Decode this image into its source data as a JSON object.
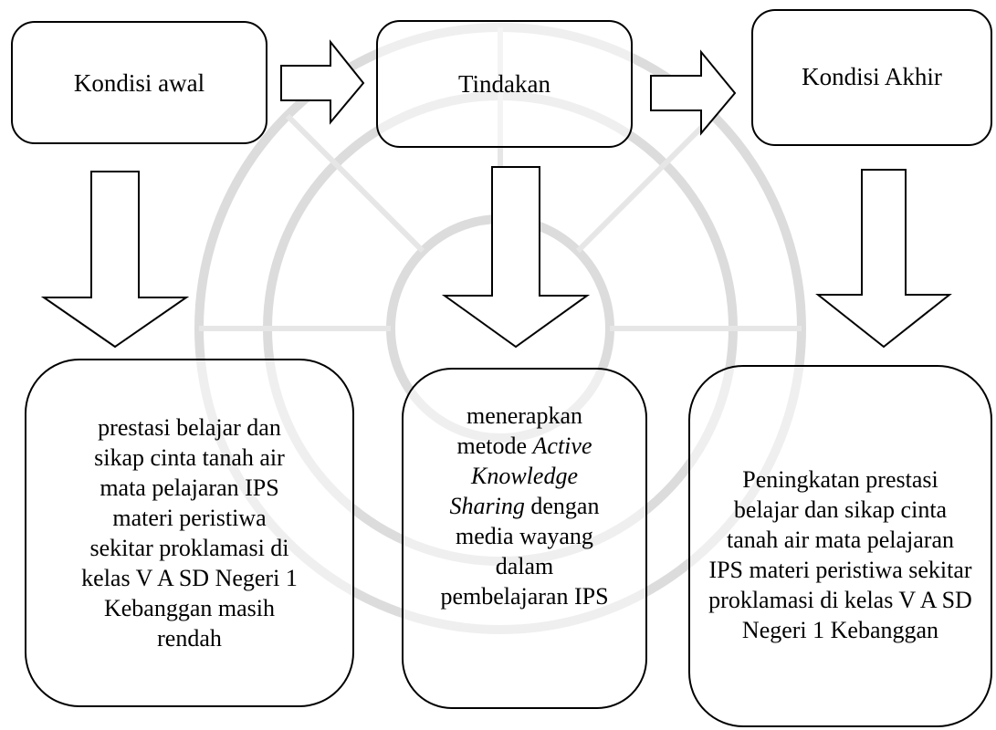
{
  "diagram": {
    "top_boxes": [
      {
        "label": "Kondisi awal"
      },
      {
        "label": "Tindakan"
      },
      {
        "label": "Kondisi Akhir"
      }
    ],
    "bottom_boxes": [
      {
        "text": "prestasi belajar  dan sikap cinta tanah air mata pelajaran IPS materi  peristiwa sekitar proklamasi di kelas V A SD Negeri 1 Kebanggan masih rendah"
      },
      {
        "text_before": "menerapkan metode ",
        "text_italic_1": "Active Knowledge",
        "text_mid": " ",
        "text_italic_2": "Sharing",
        "text_after": " dengan media wayang dalam pembelajaran IPS"
      },
      {
        "text": "Peningkatan prestasi belajar dan sikap cinta tanah air mata pelajaran IPS materi  peristiwa sekitar proklamasi di kelas V A SD Negeri 1 Kebanggan"
      }
    ]
  },
  "colors": {
    "stroke": "#000000",
    "fill": "#ffffff",
    "watermark": "#d9d9d9"
  }
}
